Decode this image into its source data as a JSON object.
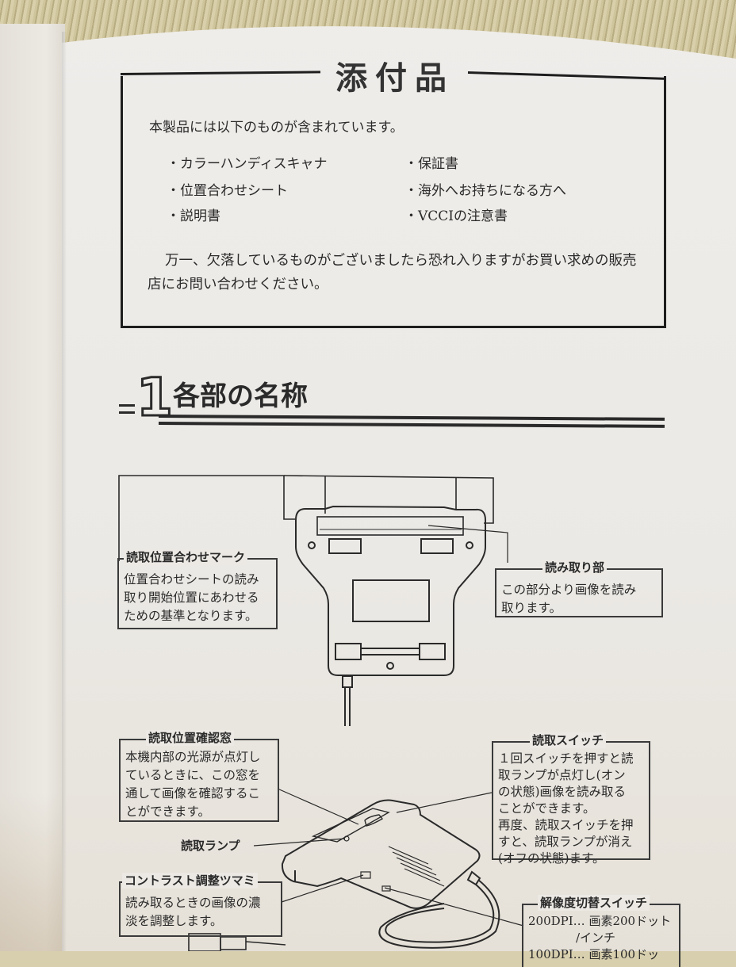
{
  "attachments": {
    "title": "添付品",
    "intro": "本製品には以下のものが含まれています。",
    "items_left": [
      "・カラーハンディスキャナ",
      "・位置合わせシート",
      "・説明書"
    ],
    "items_right": [
      "・保証書",
      "・海外へお持ちになる方へ",
      "・VCCIの注意書"
    ],
    "note": "万一、欠落しているものがございましたら恐れ入りますがお買い求めの販売店にお問い合わせください。"
  },
  "section": {
    "number": "1",
    "title": "各部の名称"
  },
  "callouts": {
    "alignment_mark": {
      "title": "読取位置合わせマーク",
      "body": "位置合わせシートの読み\n取り開始位置にあわせる\nための基準となります。"
    },
    "reading_part": {
      "title": "読み取り部",
      "body": "この部分より画像を読み\n取ります。"
    },
    "position_window": {
      "title": "読取位置確認窓",
      "body": "本機内部の光源が点灯し\nているときに、この窓を\n通して画像を確認するこ\nとができます。"
    },
    "read_switch": {
      "title": "読取スイッチ",
      "body": "１回スイッチを押すと読\n取ランプが点灯し(オン\nの状態)画像を読み取る\nことができます。\n再度、読取スイッチを押\nすと、読取ランプが消え\n(オフの状態)ます。"
    },
    "read_lamp": {
      "title": "読取ランプ"
    },
    "contrast_knob": {
      "title": "コントラスト調整ツマミ",
      "body": "読み取るときの画像の濃\n淡を調整します。"
    },
    "resolution_switch": {
      "title": "解像度切替スイッチ",
      "body": "200DPI… 画素200ドット\n　　　　/インチ\n100DPI… 画素100ドッ"
    }
  }
}
